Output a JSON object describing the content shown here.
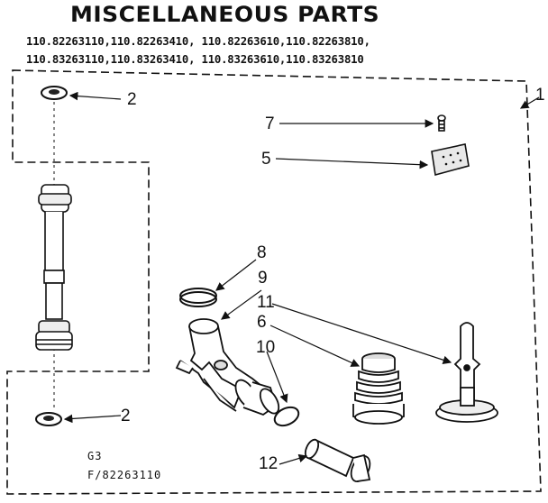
{
  "title": "MISCELLANEOUS PARTS",
  "models": {
    "line1": "110.82263110,110.82263410, 110.82263610,110.82263810,",
    "line2": "110.83263110,110.83263410, 110.83263610,110.83263810"
  },
  "callouts": {
    "kit": "1",
    "washer_top": "2",
    "washer_bottom": "2",
    "screw": "7",
    "tape": "5",
    "clamp": "8",
    "hose": "9",
    "foot": "11",
    "leveling_leg": "6",
    "ring": "10",
    "coupling": "12"
  },
  "footer": {
    "code": "G3",
    "figure": "F/82263110"
  }
}
